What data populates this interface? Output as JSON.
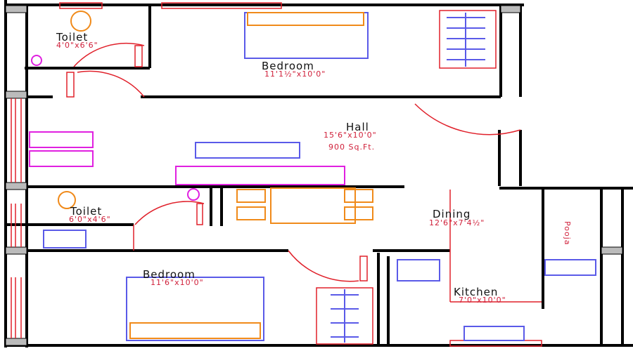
{
  "rooms": {
    "toilet_top": {
      "name": "Toilet",
      "size": "4'0\"x6'6\""
    },
    "bedroom_top": {
      "name": "Bedroom",
      "size": "11'1½\"x10'0\""
    },
    "hall": {
      "name": "Hall",
      "size": "15'6\"x10'0\"",
      "area": "900 Sq.Ft."
    },
    "toilet_bottom": {
      "name": "Toilet",
      "size": "6'0\"x4'6\""
    },
    "dining": {
      "name": "Dining",
      "size": "12'6\"x7'4½\""
    },
    "bedroom_bottom": {
      "name": "Bedroom",
      "size": "11'6\"x10'0\""
    },
    "kitchen": {
      "name": "Kitchen",
      "size": "7'0\"x10'0\""
    },
    "pooja": {
      "name": "Pooja"
    }
  },
  "colors": {
    "wall": "#000000",
    "door_window": "#e0202a",
    "furniture_blue": "#5a5ae8",
    "furniture_orange": "#f08a1a",
    "fixture_magenta": "#e020e0",
    "dimension_text": "#d0203a"
  }
}
